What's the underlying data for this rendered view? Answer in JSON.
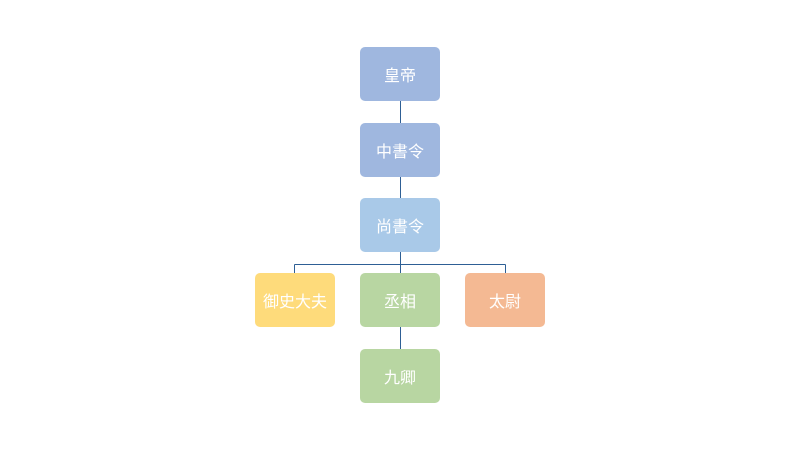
{
  "diagram": {
    "nodes": {
      "emperor": {
        "label": "皇帝",
        "color": "#9fb7df"
      },
      "zhongshuling": {
        "label": "中書令",
        "color": "#9fb7df"
      },
      "shangshuling": {
        "label": "尚書令",
        "color": "#a9c9e8"
      },
      "yushidafu": {
        "label": "御史大夫",
        "color": "#fedb7b"
      },
      "chengxiang": {
        "label": "丞相",
        "color": "#b8d6a2"
      },
      "taiwei": {
        "label": "太尉",
        "color": "#f4b993"
      },
      "jiuqing": {
        "label": "九卿",
        "color": "#b8d6a2"
      }
    },
    "line_color": "#2e5f95",
    "hierarchy": [
      [
        "emperor",
        "zhongshuling"
      ],
      [
        "zhongshuling",
        "shangshuling"
      ],
      [
        "shangshuling",
        "yushidafu"
      ],
      [
        "shangshuling",
        "chengxiang"
      ],
      [
        "shangshuling",
        "taiwei"
      ],
      [
        "chengxiang",
        "jiuqing"
      ]
    ]
  }
}
